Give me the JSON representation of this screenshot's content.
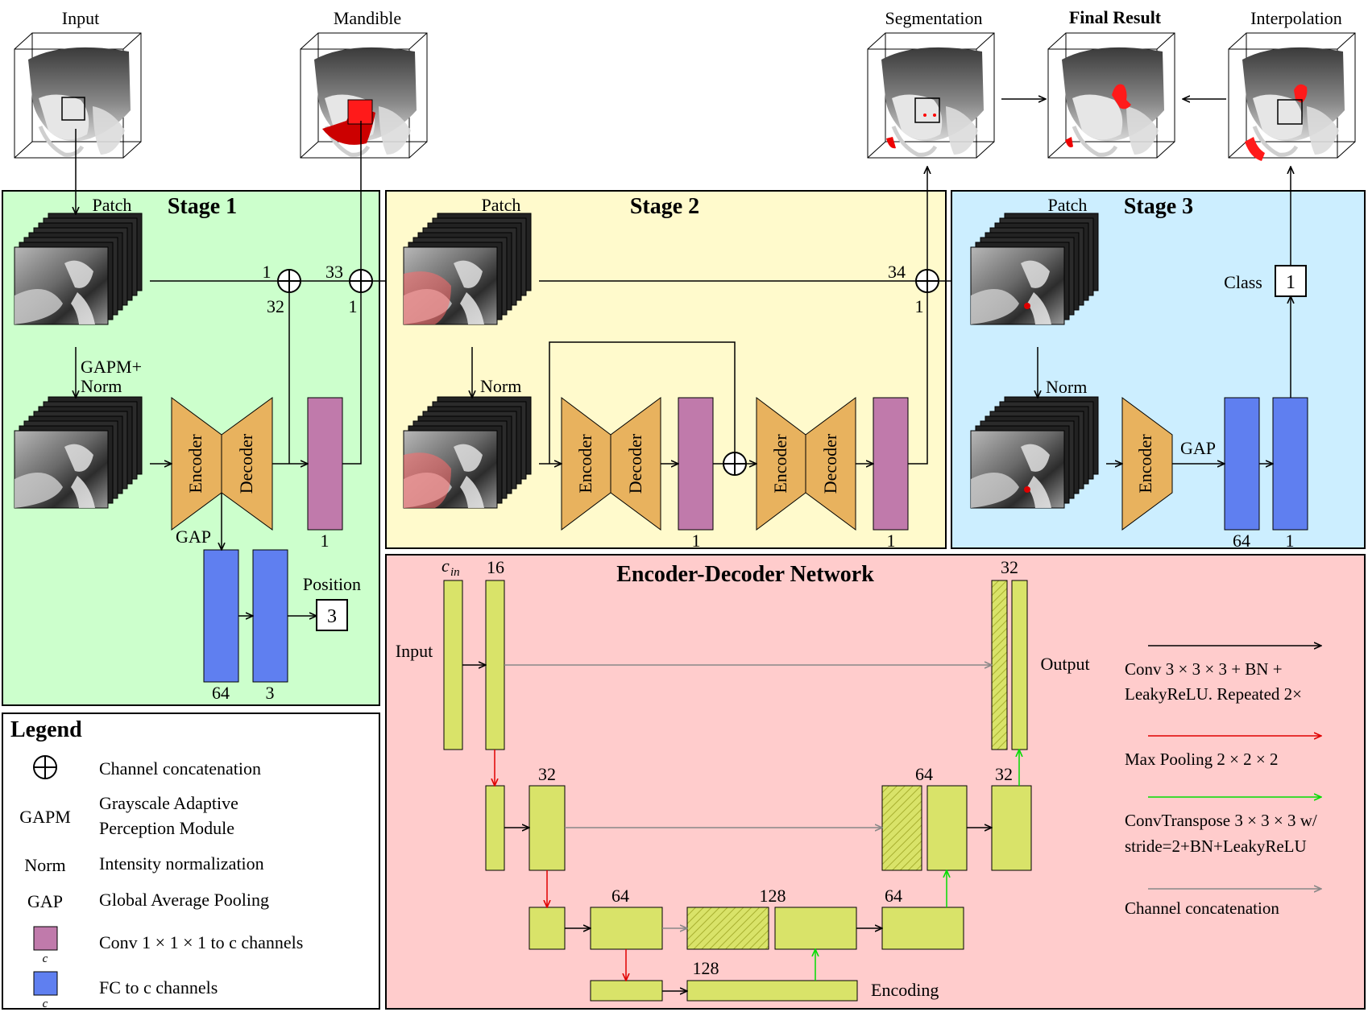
{
  "top": {
    "input": "Input",
    "mandible": "Mandible",
    "segmentation": "Segmentation",
    "final_result": "Final Result",
    "interpolation": "Interpolation"
  },
  "stage1": {
    "title": "Stage 1",
    "patch": "Patch",
    "gapm_norm_1": "GAPM+",
    "gapm_norm_2": "Norm",
    "encoder": "Encoder",
    "decoder": "Decoder",
    "gap": "GAP",
    "n1": "1",
    "n32": "32",
    "n33": "33",
    "n1b": "1",
    "conv_ch": "1",
    "fc1": "64",
    "fc2": "3",
    "position": "Position",
    "position_val": "3"
  },
  "stage2": {
    "title": "Stage 2",
    "patch": "Patch",
    "norm": "Norm",
    "encoder": "Encoder",
    "decoder": "Decoder",
    "n34": "34",
    "n1": "1",
    "conv1_ch": "1",
    "conv2_ch": "1"
  },
  "stage3": {
    "title": "Stage 3",
    "patch": "Patch",
    "norm": "Norm",
    "encoder": "Encoder",
    "gap": "GAP",
    "class": "Class",
    "class_val": "1",
    "fc1": "64",
    "fc2": "1"
  },
  "legend": {
    "title": "Legend",
    "items": [
      {
        "key": "",
        "text1": "Channel concatenation",
        "text2": ""
      },
      {
        "key": "GAPM",
        "text1": "Grayscale Adaptive",
        "text2": "Perception Module"
      },
      {
        "key": "Norm",
        "text1": "Intensity normalization",
        "text2": ""
      },
      {
        "key": "GAP",
        "text1": "Global Average Pooling",
        "text2": ""
      },
      {
        "key": "c",
        "text1": "Conv 1 × 1 × 1 to c channels",
        "text2": ""
      },
      {
        "key": "c",
        "text1": "FC to c channels",
        "text2": ""
      }
    ]
  },
  "network": {
    "title": "Encoder-Decoder Network",
    "input": "Input",
    "output": "Output",
    "encoding": "Encoding",
    "c_in": "c",
    "c_in_sub": "in",
    "l16": "16",
    "l32a": "32",
    "l32b": "32",
    "l32c": "32",
    "l64a": "64",
    "l64b": "64",
    "l64c": "64",
    "l128a": "128",
    "l128b": "128",
    "ops": [
      {
        "text1": "Conv 3 × 3 × 3 + BN +",
        "text2": "LeakyReLU. Repeated 2×"
      },
      {
        "text1": "Max Pooling 2 × 2 × 2",
        "text2": ""
      },
      {
        "text1": "ConvTranspose 3 × 3 × 3 w/",
        "text2": "stride=2+BN+LeakyReLU"
      },
      {
        "text1": "Channel concatenation",
        "text2": ""
      }
    ]
  },
  "colors": {
    "stage1_bg": "#ccffcc",
    "stage2_bg": "#fffacc",
    "stage3_bg": "#cceeff",
    "network_bg": "#ffcccc",
    "encdec": "#e8b25e",
    "conv1x1": "#c07aab",
    "fc": "#5f7ff0",
    "block": "#d9e369",
    "mask": "#ee1111"
  }
}
